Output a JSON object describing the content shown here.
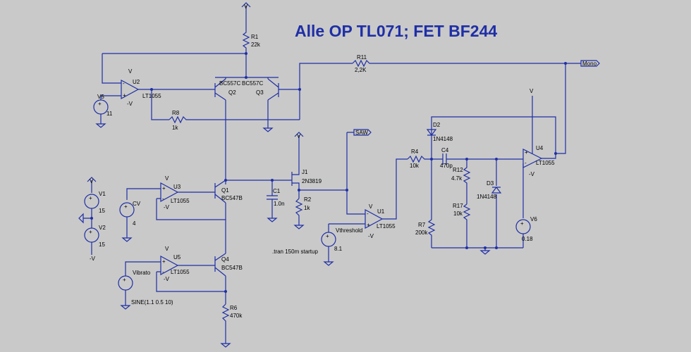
{
  "title": "Alle OP TL071; FET BF244",
  "directive": ".tran 150m startup",
  "supply": "V",
  "neg_supply": "-V",
  "net_mono": "Mono",
  "net_saw": "SAW",
  "parts": {
    "R1": {
      "name": "R1",
      "value": "22k"
    },
    "R11": {
      "name": "R11",
      "value": "2,2K"
    },
    "R8": {
      "name": "R8",
      "value": "1k"
    },
    "R4": {
      "name": "R4",
      "value": "10k"
    },
    "R12": {
      "name": "R12",
      "value": "4.7k"
    },
    "R17": {
      "name": "R17",
      "value": "10k"
    },
    "R7": {
      "name": "R7",
      "value": "200k"
    },
    "R2": {
      "name": "R2",
      "value": "1k"
    },
    "R6": {
      "name": "R6",
      "value": "470k"
    },
    "C1": {
      "name": "C1",
      "value": "1.0n"
    },
    "C4": {
      "name": "C4",
      "value": "470p"
    },
    "D2": {
      "name": "D2",
      "value": "1N4148"
    },
    "D3": {
      "name": "D3",
      "value": "1N4148"
    },
    "U1": {
      "name": "U1",
      "value": "LT1055"
    },
    "U2": {
      "name": "U2",
      "value": "LT1055"
    },
    "U3": {
      "name": "U3",
      "value": "LT1055"
    },
    "U4": {
      "name": "U4",
      "value": "LT1055"
    },
    "U5": {
      "name": "U5",
      "value": "LT1055"
    },
    "Q1": {
      "name": "Q1",
      "value": "BC547B"
    },
    "Q4": {
      "name": "Q4",
      "value": "BC547B"
    },
    "Q2": {
      "name": "Q2",
      "value": "BC557C"
    },
    "Q3": {
      "name": "Q3",
      "value": "BC557C"
    },
    "J1": {
      "name": "J1",
      "value": "2N3819"
    },
    "V1": {
      "name": "V1",
      "value": "15"
    },
    "V2": {
      "name": "V2",
      "value": "15"
    },
    "V5": {
      "name": "V5",
      "value": "11"
    },
    "V6": {
      "name": "V6",
      "value": "0.18"
    },
    "CV": {
      "name": "CV",
      "value": "4"
    },
    "Vthreshold": {
      "name": "Vthreshold",
      "value": "8.1"
    },
    "Vibrato": {
      "name": "Vibrato",
      "value": "SINE(1.1 0.5 10)"
    }
  }
}
